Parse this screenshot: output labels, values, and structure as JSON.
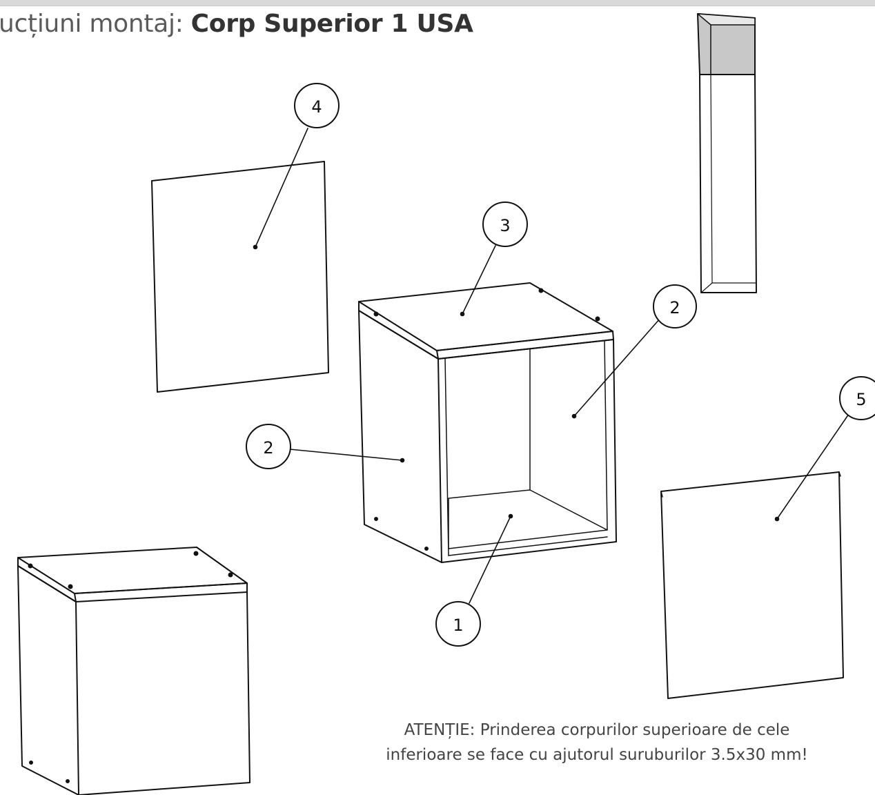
{
  "title": {
    "prefix": "ucțiuni montaj: ",
    "product": "Corp  Superior 1 USA"
  },
  "callouts": {
    "c1": "1",
    "c2a": "2",
    "c2b": "2",
    "c3": "3",
    "c4": "4",
    "c5": "5"
  },
  "note": {
    "line1": "ATENȚIE: Prinderea corpurilor superioare de cele",
    "line2": "inferioare se face cu ajutorul suruburilor 3.5x30 mm!"
  }
}
